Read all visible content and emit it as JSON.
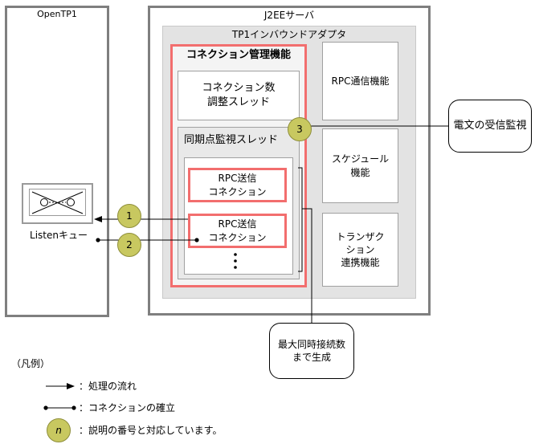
{
  "opentp1": {
    "title": "OpenTP1",
    "listen_queue_label": "Listenキュー"
  },
  "j2ee": {
    "title": "J2EEサーバ",
    "adapter_title": "TP1インバウンドアダプタ",
    "connection_mgmt": {
      "title": "コネクション管理機能",
      "count_thread": "コネクション数\n調整スレッド",
      "sync_thread": "同期点監視スレッド",
      "rpc_connections": [
        "RPC送信\nコネクション",
        "RPC送信\nコネクション"
      ]
    },
    "functions": {
      "rpc_comm": "RPC通信機能",
      "schedule": "スケジュール\n機能",
      "transaction": "トランザク\nション\n連携機能"
    }
  },
  "callouts": {
    "message_monitor": "電文の受信監視",
    "max_connections": "最大同時接続数\nまで生成"
  },
  "markers": {
    "m1": "1",
    "m2": "2",
    "m3": "3"
  },
  "legend": {
    "title": "（凡例）",
    "flow": "：処理の流れ",
    "connection": "：コネクションの確立",
    "marker_symbol": "n",
    "marker_desc": "：説明の番号と対応しています。"
  },
  "colors": {
    "frame_gray": "#7f7f7f",
    "panel_gray": "#e3e3e3",
    "highlight_red": "#f26e6e",
    "marker_olive": "#c8c860"
  }
}
